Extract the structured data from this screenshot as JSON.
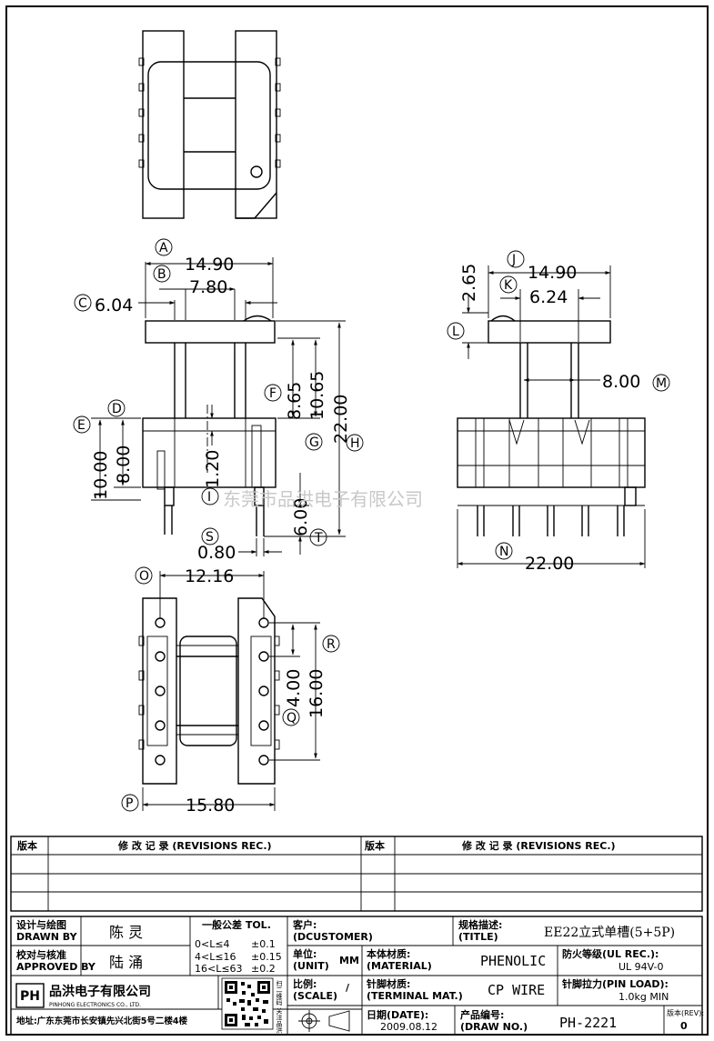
{
  "dimensions": {
    "a": "14.90",
    "b": "7.80",
    "c": "6.04",
    "d": "8.00",
    "e": "10.00",
    "f": "8.65",
    "g": "10.65",
    "h": "22.00",
    "i": "1.20",
    "s": "0.80",
    "t": "6.00",
    "j": "14.90",
    "k": "6.24",
    "l": "2.65",
    "m": "8.00",
    "n": "22.00",
    "o": "12.16",
    "p": "15.80",
    "q": "4.00",
    "r": "16.00"
  },
  "markers": [
    "A",
    "B",
    "C",
    "D",
    "E",
    "F",
    "G",
    "H",
    "I",
    "S",
    "T",
    "J",
    "K",
    "L",
    "M",
    "N",
    "O",
    "P",
    "Q",
    "R"
  ],
  "watermark": "东莞市品洪电子有限公司",
  "revisions": {
    "version_label": "版本",
    "record_label": "修 改 记 录 (REVISIONS REC.)"
  },
  "title_block": {
    "designer_label_cn": "设计与绘图",
    "designer_label_en": "DRAWN BY",
    "designer_name": "陈 灵",
    "approver_label_cn": "校对与核准",
    "approver_label_en": "APPROVED BY",
    "approver_name": "陆 涌",
    "tolerance_title": "一般公差 TOL.",
    "tolerance_rows": [
      {
        "range": "0<L≤4",
        "tol": "±0.1"
      },
      {
        "range": "4<L≤16",
        "tol": "±0.15"
      },
      {
        "range": "16<L≤63",
        "tol": "±0.2"
      }
    ],
    "customer_label_cn": "客户:",
    "customer_label_en": "(DCUSTOMER)",
    "title_label_cn": "规格描述:",
    "title_label_en": "(TITLE)",
    "title_value": "EE22立式单槽(5+5P)",
    "unit_label_cn": "单位:",
    "unit_label_en": "(UNIT)",
    "unit_value": "MM",
    "material_label_cn": "本体材质:",
    "material_label_en": "(MATERIAL)",
    "material_value": "PHENOLIC",
    "ul_label": "防火等级(UL REC.):",
    "ul_value": "UL 94V-0",
    "scale_label_cn": "比例:",
    "scale_label_en": "(SCALE)",
    "scale_value": "/",
    "terminal_label_cn": "针脚材质:",
    "terminal_label_en": "(TERMINAL MAT.)",
    "terminal_value": "CP WIRE",
    "pinload_label": "针脚拉力(PIN LOAD):",
    "pinload_value": "1.0kg MIN",
    "date_label": "日期(DATE):",
    "date_value": "2009.08.12",
    "drawno_label_cn": "产品编号:",
    "drawno_label_en": "(DRAW NO.)",
    "drawno_value": "PH-2221",
    "rev_label": "版本(REV):",
    "rev_value": "0",
    "company_cn": "品洪电子有限公司",
    "company_en": "PINHONG ELECTRONICS CO., LTD.",
    "logo_text": "PH",
    "address": "地址:广东东莞市长安镇先兴北街5号二楼4楼",
    "qr_caption": "扫二维码 关注品洪"
  }
}
